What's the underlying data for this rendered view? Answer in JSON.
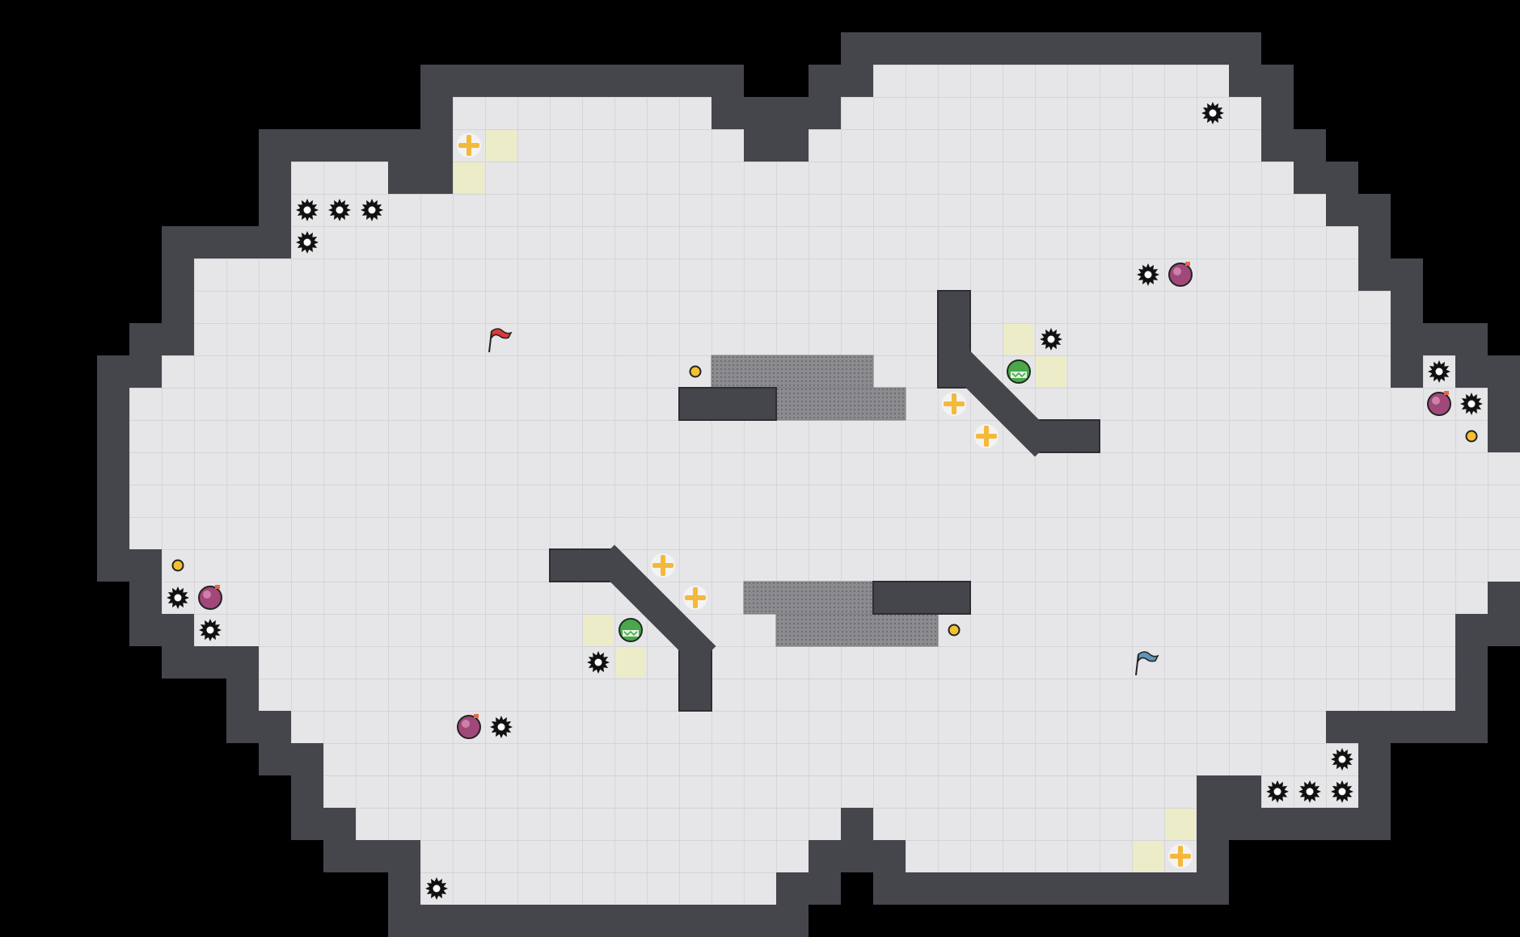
{
  "game": {
    "board_cols": 45,
    "board_rows": 28,
    "colors": {
      "background": "#000000",
      "floor": "#e6e6e9",
      "grid_line": "#cfcfd3",
      "wall": "#45454c",
      "wall_edge": "#2d2d32",
      "grate": "#8c8c90",
      "pad": "#ececc8",
      "red_team": "#d93a3a",
      "blue_team": "#5f95b8",
      "boost": "#f4b93a",
      "powerup_green": "#49a84a",
      "bomb": "#a0487a",
      "spike": "#111111",
      "point": "#f2c12e"
    },
    "red_flag": {
      "icon": "red-flag-icon",
      "col": 13,
      "row": 8
    },
    "blue_flag": {
      "icon": "blue-flag-icon",
      "col": 33,
      "row": 18
    },
    "boosts": [
      {
        "col": 12,
        "row": 2
      },
      {
        "col": 27,
        "row": 10
      },
      {
        "col": 28,
        "row": 11
      },
      {
        "col": 18,
        "row": 15
      },
      {
        "col": 19,
        "row": 16
      },
      {
        "col": 34,
        "row": 24
      }
    ],
    "powerups": [
      {
        "col": 29,
        "row": 9
      },
      {
        "col": 17,
        "row": 17
      }
    ],
    "bombs": [
      {
        "col": 34,
        "row": 6
      },
      {
        "col": 42,
        "row": 10
      },
      {
        "col": 4,
        "row": 16
      },
      {
        "col": 12,
        "row": 20
      }
    ],
    "spikes": [
      {
        "col": 7,
        "row": 4
      },
      {
        "col": 8,
        "row": 4
      },
      {
        "col": 9,
        "row": 4
      },
      {
        "col": 7,
        "row": 5
      },
      {
        "col": 35,
        "row": 1
      },
      {
        "col": 33,
        "row": 6
      },
      {
        "col": 30,
        "row": 8
      },
      {
        "col": 42,
        "row": 9
      },
      {
        "col": 43,
        "row": 10
      },
      {
        "col": 3,
        "row": 16
      },
      {
        "col": 4,
        "row": 17
      },
      {
        "col": 16,
        "row": 18
      },
      {
        "col": 13,
        "row": 20
      },
      {
        "col": 39,
        "row": 21
      },
      {
        "col": 37,
        "row": 22
      },
      {
        "col": 38,
        "row": 22
      },
      {
        "col": 39,
        "row": 22
      },
      {
        "col": 11,
        "row": 25
      }
    ],
    "points": [
      {
        "col": 19,
        "row": 9
      },
      {
        "col": 43,
        "row": 11
      },
      {
        "col": 3,
        "row": 15
      },
      {
        "col": 27,
        "row": 17
      }
    ],
    "pads": [
      {
        "col": 13,
        "row": 2
      },
      {
        "col": 12,
        "row": 3
      },
      {
        "col": 29,
        "row": 8
      },
      {
        "col": 30,
        "row": 9
      },
      {
        "col": 16,
        "row": 17
      },
      {
        "col": 17,
        "row": 18
      },
      {
        "col": 34,
        "row": 23
      },
      {
        "col": 33,
        "row": 24
      }
    ],
    "grates": [
      {
        "col": 20,
        "row": 9,
        "len": 5
      },
      {
        "col": 22,
        "row": 10,
        "len": 4
      },
      {
        "col": 21,
        "row": 16,
        "len": 4
      },
      {
        "col": 22,
        "row": 17,
        "len": 5
      }
    ],
    "walls_rect": [
      {
        "col": 19,
        "row": 10,
        "w": 3,
        "h": 1
      },
      {
        "col": 25,
        "row": 16,
        "w": 3,
        "h": 1
      },
      {
        "col": 27,
        "row": 7,
        "w": 1,
        "h": 3
      },
      {
        "col": 30,
        "row": 11,
        "w": 2,
        "h": 1
      },
      {
        "col": 15,
        "row": 15,
        "w": 2,
        "h": 1
      },
      {
        "col": 19,
        "row": 18,
        "w": 1,
        "h": 2
      }
    ],
    "walls_diag": [
      {
        "from": [
          28,
          9.5
        ],
        "to": [
          30,
          11.5
        ]
      },
      {
        "from": [
          17,
          15.5
        ],
        "to": [
          19.5,
          18
        ]
      }
    ],
    "floor_rows": [
      {
        "row": 0,
        "spans": [
          [
            25,
            35
          ]
        ]
      },
      {
        "row": 1,
        "spans": [
          [
            12,
            19
          ],
          [
            24,
            36
          ]
        ]
      },
      {
        "row": 2,
        "spans": [
          [
            12,
            20
          ],
          [
            23,
            36
          ]
        ]
      },
      {
        "row": 3,
        "spans": [
          [
            7,
            9
          ],
          [
            12,
            21
          ],
          [
            22,
            37
          ]
        ]
      },
      {
        "row": 4,
        "spans": [
          [
            7,
            38
          ]
        ]
      },
      {
        "row": 5,
        "spans": [
          [
            7,
            39
          ]
        ]
      },
      {
        "row": 6,
        "spans": [
          [
            4,
            39
          ]
        ]
      },
      {
        "row": 7,
        "spans": [
          [
            4,
            40
          ]
        ]
      },
      {
        "row": 8,
        "spans": [
          [
            4,
            40
          ]
        ]
      },
      {
        "row": 9,
        "spans": [
          [
            3,
            40
          ],
          [
            42,
            42
          ]
        ]
      },
      {
        "row": 10,
        "spans": [
          [
            2,
            43
          ]
        ]
      },
      {
        "row": 11,
        "spans": [
          [
            2,
            43
          ]
        ]
      },
      {
        "row": 12,
        "spans": [
          [
            2,
            44
          ]
        ]
      },
      {
        "row": 13,
        "spans": [
          [
            2,
            44
          ]
        ]
      },
      {
        "row": 14,
        "spans": [
          [
            2,
            44
          ]
        ]
      },
      {
        "row": 15,
        "spans": [
          [
            3,
            44
          ]
        ]
      },
      {
        "row": 16,
        "spans": [
          [
            3,
            43
          ]
        ]
      },
      {
        "row": 17,
        "spans": [
          [
            4,
            42
          ]
        ]
      },
      {
        "row": 18,
        "spans": [
          [
            6,
            42
          ]
        ]
      },
      {
        "row": 19,
        "spans": [
          [
            6,
            42
          ]
        ]
      },
      {
        "row": 20,
        "spans": [
          [
            7,
            38
          ]
        ]
      },
      {
        "row": 21,
        "spans": [
          [
            8,
            39
          ]
        ]
      },
      {
        "row": 22,
        "spans": [
          [
            8,
            34
          ],
          [
            37,
            39
          ]
        ]
      },
      {
        "row": 23,
        "spans": [
          [
            9,
            23
          ],
          [
            25,
            34
          ]
        ]
      },
      {
        "row": 24,
        "spans": [
          [
            11,
            22
          ],
          [
            26,
            34
          ]
        ]
      },
      {
        "row": 25,
        "spans": [
          [
            11,
            21
          ]
        ]
      }
    ]
  }
}
